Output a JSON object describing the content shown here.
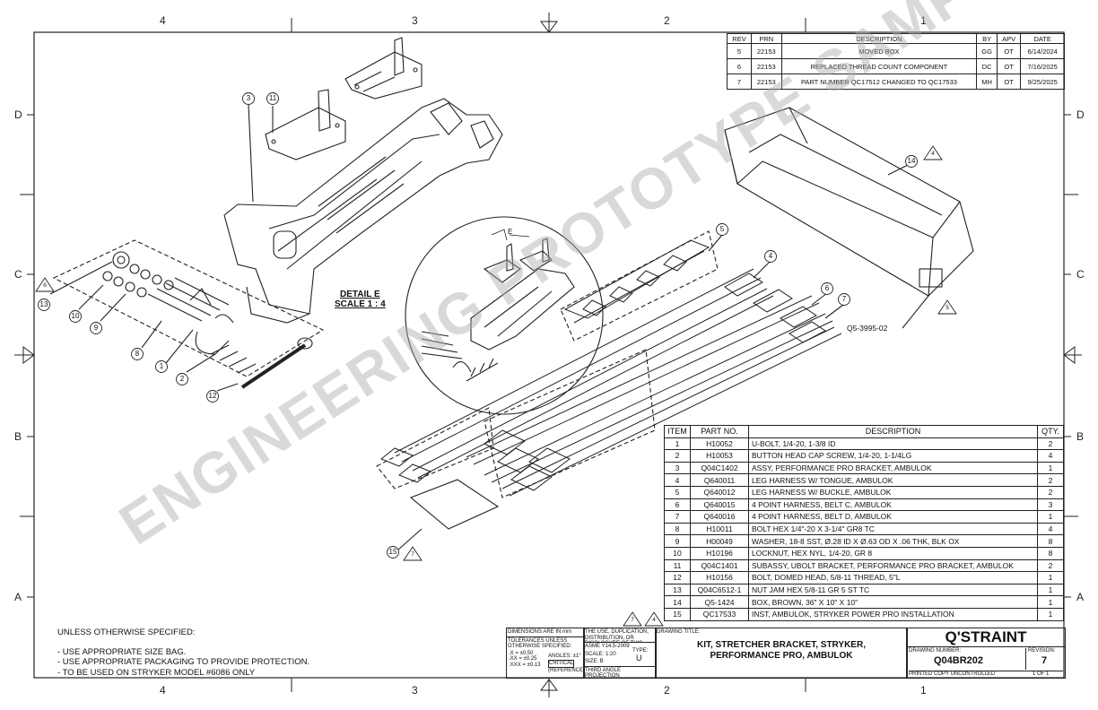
{
  "zones": {
    "columns_top": [
      "4",
      "3",
      "2",
      "1"
    ],
    "columns_bottom": [
      "4",
      "3",
      "2",
      "1"
    ],
    "rows_left": [
      "D",
      "C",
      "B",
      "A"
    ],
    "rows_right": [
      "D",
      "C",
      "B",
      "A"
    ]
  },
  "revisions": {
    "headers": [
      "REV",
      "PRN",
      "DESCRIPTION",
      "BY",
      "APV",
      "DATE"
    ],
    "rows": [
      [
        "5",
        "22153",
        "MOVED BOX",
        "GG",
        "OT",
        "6/14/2024"
      ],
      [
        "6",
        "22153",
        "REPLACED THREAD COUNT COMPONENT",
        "DC",
        "OT",
        "7/16/2025"
      ],
      [
        "7",
        "22153",
        "PART NUMBER QC17512 CHANGED TO QC17533",
        "MH",
        "OT",
        "9/25/2025"
      ]
    ]
  },
  "bom": {
    "headers": [
      "ITEM",
      "PART NO.",
      "DESCRIPTION",
      "QTY."
    ],
    "rows": [
      [
        "1",
        "H10052",
        "U-BOLT, 1/4-20, 1-3/8 ID",
        "2"
      ],
      [
        "2",
        "H10053",
        "BUTTON HEAD CAP SCREW, 1/4-20, 1-1/4LG",
        "4"
      ],
      [
        "3",
        "Q04C1402",
        "ASSY, PERFORMANCE PRO BRACKET, AMBULOK",
        "1"
      ],
      [
        "4",
        "Q640011",
        "LEG HARNESS W/ TONGUE, AMBULOK",
        "2"
      ],
      [
        "5",
        "Q640012",
        "LEG HARNESS W/ BUCKLE, AMBULOK",
        "2"
      ],
      [
        "6",
        "Q640015",
        "4 POINT HARNESS, BELT C, AMBULOK",
        "3"
      ],
      [
        "7",
        "Q640016",
        "4 POINT HARNESS, BELT D, AMBULOK",
        "1"
      ],
      [
        "8",
        "H10011",
        "BOLT HEX 1/4\"-20 X 3-1/4\" GR8 TC",
        "4"
      ],
      [
        "9",
        "H00049",
        "WASHER, 18-8 SST, Ø.28 ID X Ø.63 OD X .06 THK, BLK OX",
        "8"
      ],
      [
        "10",
        "H10196",
        "LOCKNUT, HEX NYL, 1/4-20, GR 8",
        "8"
      ],
      [
        "11",
        "Q04C1401",
        "SUBASSY, UBOLT BRACKET, PERFORMANCE PRO BRACKET, AMBULOK",
        "2"
      ],
      [
        "12",
        "H10156",
        "BOLT, DOMED HEAD, 5/8-11 THREAD, 5\"L",
        "1"
      ],
      [
        "13",
        "Q04C6512-1",
        "NUT JAM HEX 5/8-11 GR 5 ST TC",
        "1"
      ],
      [
        "14",
        "Q5-1424",
        "BOX, BROWN, 36\" X 10\" X 10\"",
        "1"
      ],
      [
        "15",
        "QC17533",
        "INST, AMBULOK, STRYKER POWER PRO INSTALLATION",
        "1"
      ]
    ]
  },
  "notes": {
    "title": "UNLESS OTHERWISE SPECIFIED:",
    "lines": [
      "- USE APPROPRIATE SIZE BAG.",
      "- USE APPROPRIATE PACKAGING TO PROVIDE PROTECTION.",
      "- TO BE USED ON STRYKER MODEL #6086 ONLY"
    ]
  },
  "detail": {
    "label": "DETAIL E",
    "scale": "SCALE 1 : 4",
    "view": "E"
  },
  "balloons": [
    "1",
    "2",
    "3",
    "4",
    "5",
    "6",
    "7",
    "8",
    "9",
    "10",
    "11",
    "12",
    "13",
    "14",
    "15"
  ],
  "rev_flags": [
    "4",
    "5",
    "6",
    "7",
    "7",
    "4"
  ],
  "box_label": "Q5-3995-02",
  "title_block": {
    "dims": "DIMENSIONS ARE IN mm",
    "tolerances": "TOLERANCES UNLESS OTHERWISE SPECIFIED:",
    "tol_x": ".X    = ±0.50",
    "tol_xx": ".XX  = ±0.25",
    "tol_xxx": ".XXX = ±0.13",
    "angles": "ANGLES: ±1°",
    "asme": "ASME Y14.5-2009",
    "critical": "CRITICAL",
    "reference": "(REFERENCE)",
    "scale": "SCALE: 1:20",
    "type_label": "TYPE:",
    "type_value": "U",
    "size": "SIZE: B",
    "projection": "THIRD ANGLE PROJECTION",
    "legal": "THE USE, DUPLICATION, DISTRIBUTION, OR DISCLOSURE OF THIS DATA (IN WHOLE OR IN PART) FOR PURPOSES OF MANUFACTURING OR PROCUREMENT WITHOUT WRITTEN PERMISSION OF \"Q'STRAINT\"/\"SURELOK\" IS EXPRESSLY PROHIBITED.",
    "drawing_title_label": "DRAWING TITLE:",
    "drawing_title": "KIT, STRETCHER BRACKET, STRYKER, PERFORMANCE PRO, AMBULOK",
    "company": "Q'STRAINT",
    "drawing_number_label": "DRAWING NUMBER:",
    "drawing_number": "Q04BR202",
    "revision_label": "REVISION:",
    "revision": "7",
    "printed": "PRINTED COPY UNCONTROLLED",
    "sheet": "1 OF 1"
  },
  "watermark": {
    "line1": "ENGINEERING PROTOTYPE SAMPLE"
  }
}
